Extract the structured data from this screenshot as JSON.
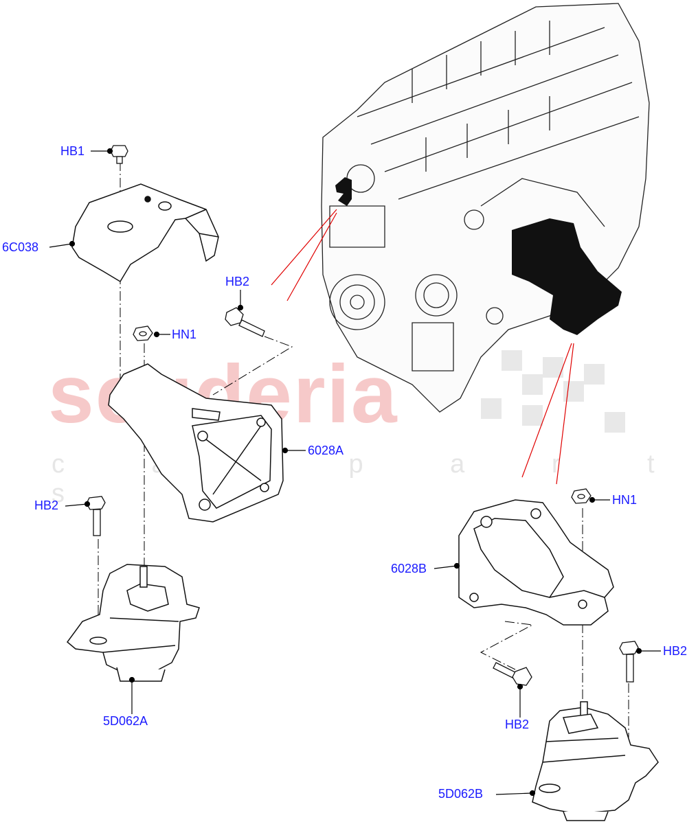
{
  "watermark": {
    "brand": "scuderia",
    "sub": "c a r p a r t s"
  },
  "callouts": {
    "hb1": "HB1",
    "c6c038": "6C038",
    "hb2_upper": "HB2",
    "hn1_left": "HN1",
    "c6028a": "6028A",
    "hb2_left": "HB2",
    "c5d062a": "5D062A",
    "hn1_right": "HN1",
    "c6028b": "6028B",
    "hb2_right": "HB2",
    "hb2_lower": "HB2",
    "c5d062b": "5D062B"
  },
  "colors": {
    "label": "#1a1aff",
    "line": "#000000",
    "leader_red": "#e00000",
    "watermark": "#f6c9c9"
  }
}
